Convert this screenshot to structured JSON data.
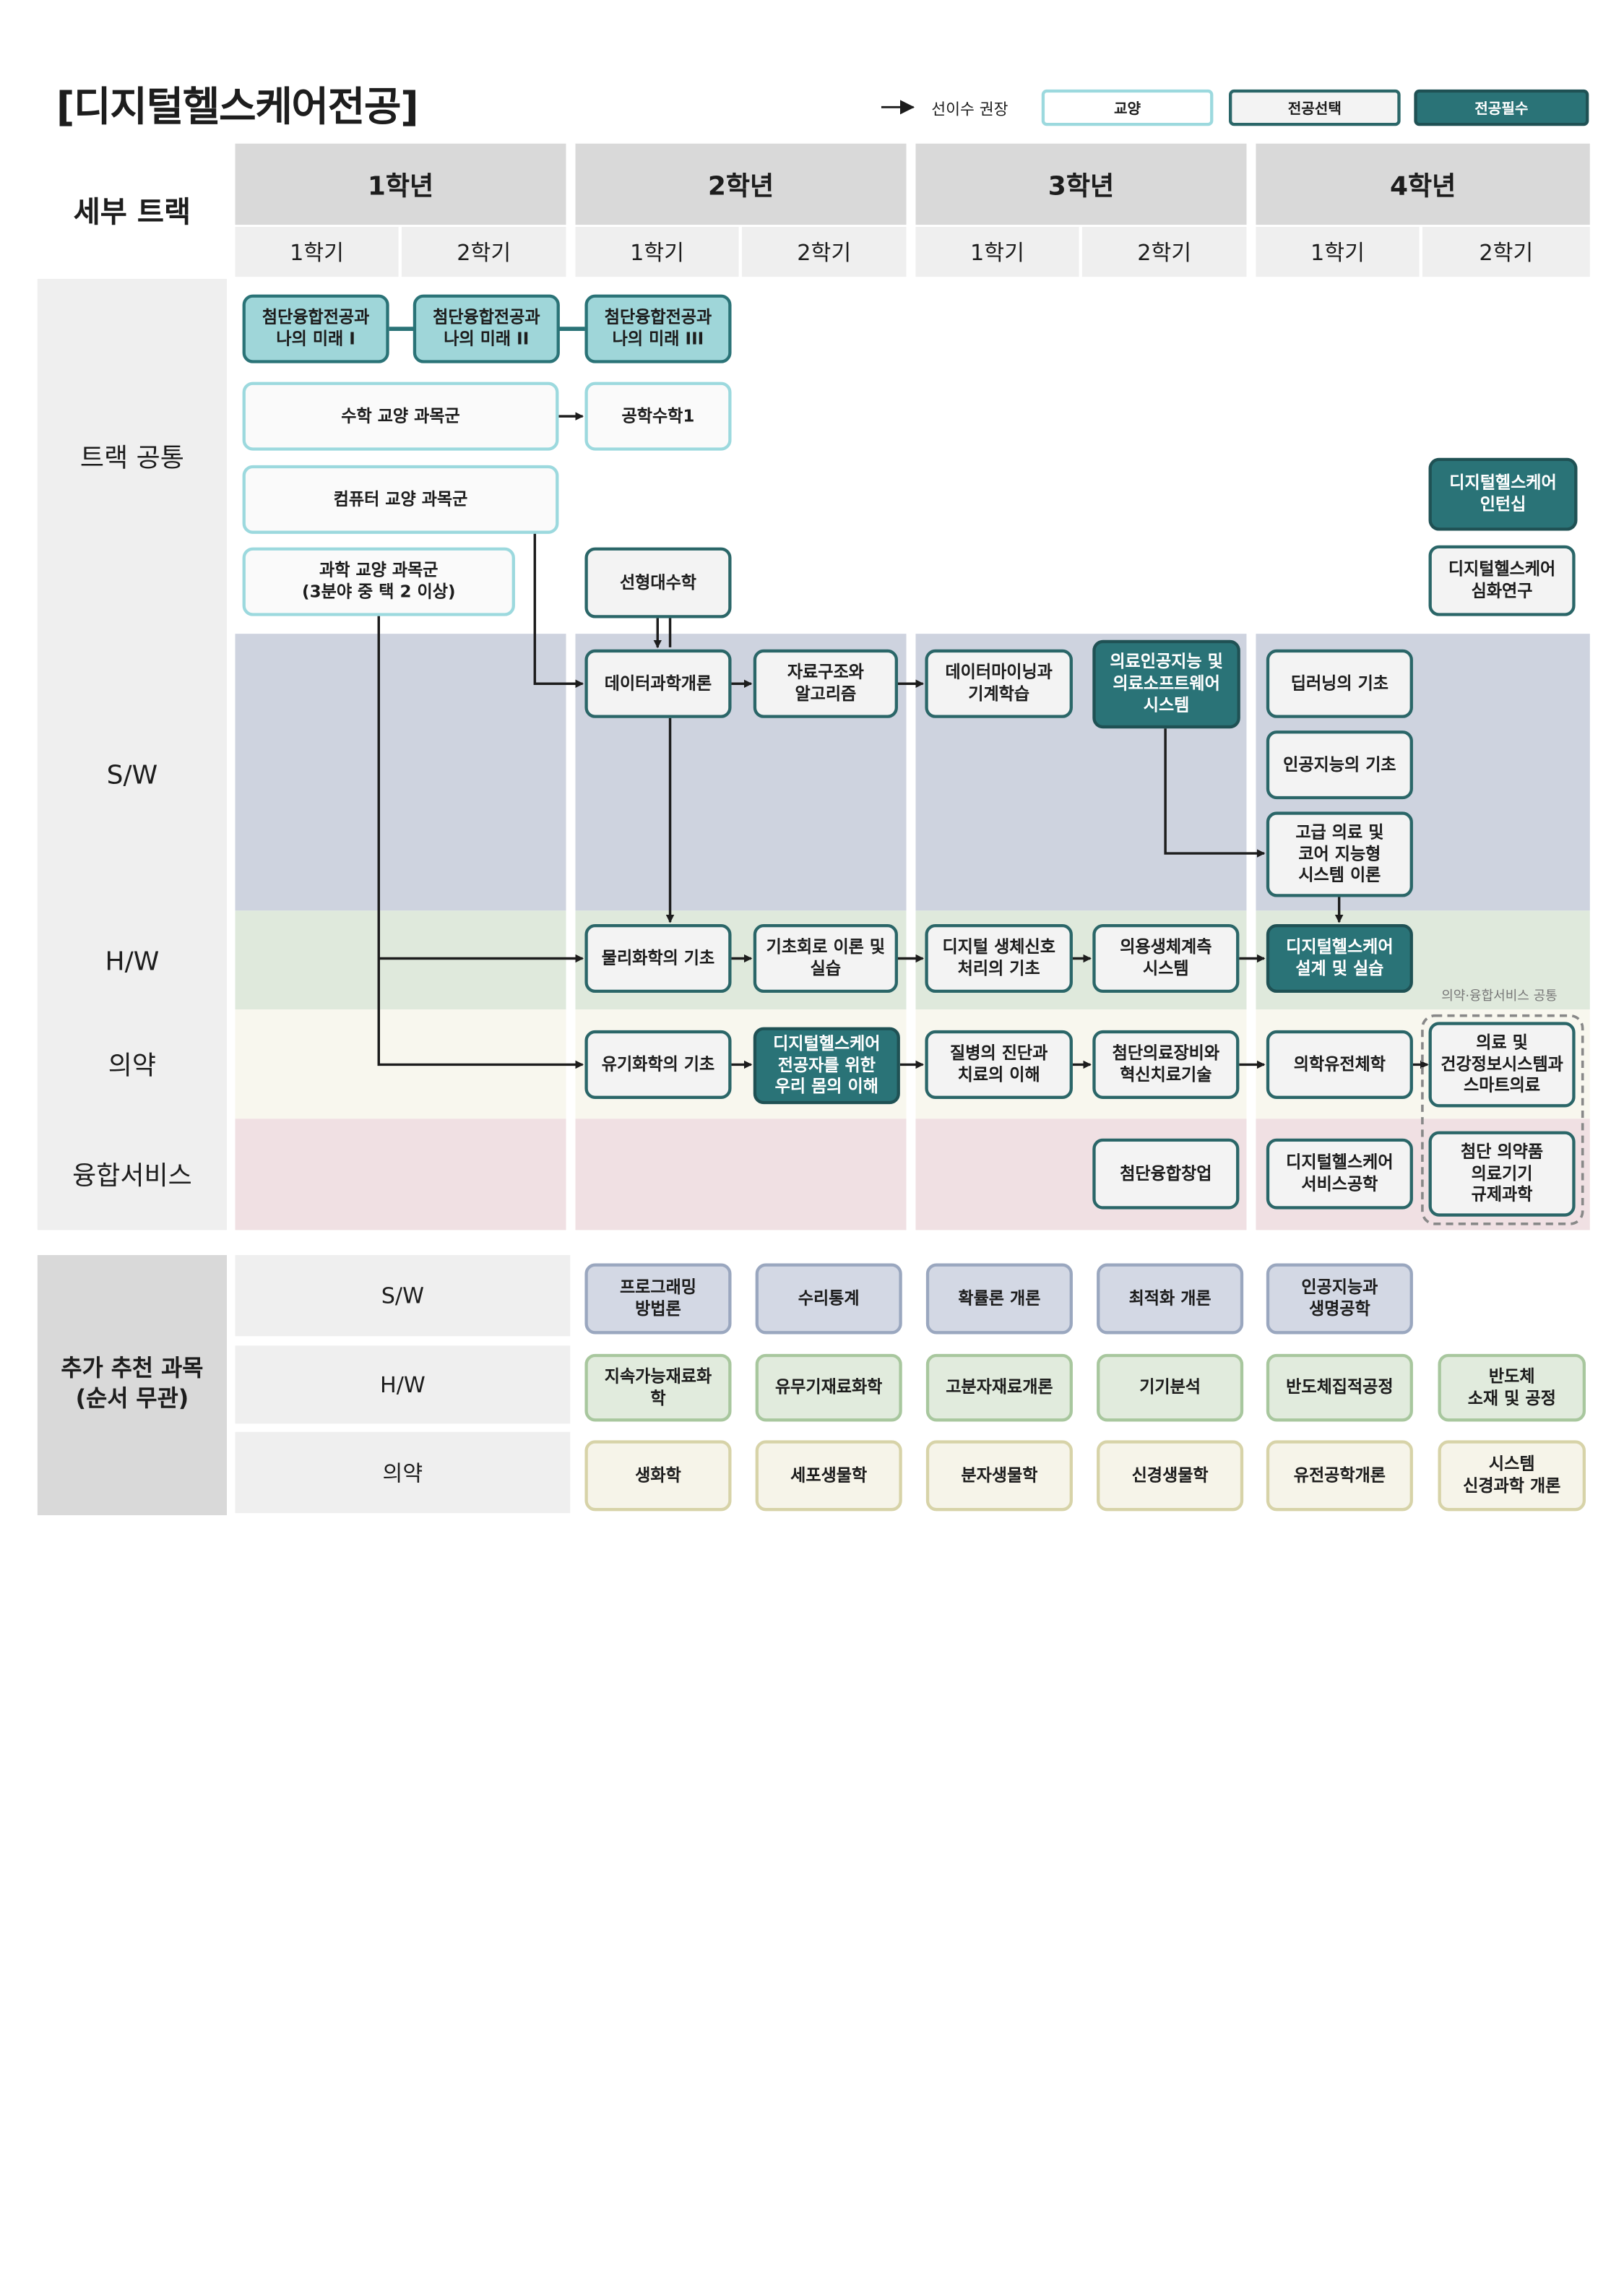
{
  "title": "[디지털헬스케어전공]",
  "legend": {
    "arrow_label": "선이수 권장",
    "gyoyang": "교양",
    "jeongong_seontaek": "전공선택",
    "jeongong_pilsu": "전공필수"
  },
  "header": {
    "track_header": "세부 트랙",
    "years": [
      "1학년",
      "2학년",
      "3학년",
      "4학년"
    ],
    "semesters": [
      "1학기",
      "2학기",
      "1학기",
      "2학기",
      "1학기",
      "2학기",
      "1학기",
      "2학기"
    ]
  },
  "tracks": [
    "트랙 공통",
    "S/W",
    "H/W",
    "의약",
    "융합서비스"
  ],
  "shared_note": "의약·융합서비스 공통",
  "courses": [
    "첨단융합전공과\n나의 미래 I",
    "첨단융합전공과\n나의 미래 II",
    "첨단융합전공과\n나의 미래 III",
    "수학 교양 과목군",
    "공학수학1",
    "컴퓨터 교양 과목군",
    "과학 교양 과목군\n(3분야 중 택 2 이상)",
    "선형대수학",
    "디지털헬스케어\n인턴십",
    "디지털헬스케어\n심화연구",
    "데이터과학개론",
    "자료구조와\n알고리즘",
    "데이터마이닝과\n기계학습",
    "의료인공지능 및\n의료소프트웨어\n시스템",
    "딥러닝의 기초",
    "인공지능의 기초",
    "고급 의료 및\n코어 지능형\n시스템 이론",
    "물리화학의 기초",
    "기초회로 이론 및\n실습",
    "디지털 생체신호\n처리의 기초",
    "의용생체계측\n시스템",
    "디지털헬스케어\n설계 및 실습",
    "유기화학의 기초",
    "디지털헬스케어\n전공자를 위한\n우리 몸의 이해",
    "질병의 진단과\n치료의 이해",
    "첨단의료장비와\n혁신치료기술",
    "의학유전체학",
    "의료 및\n건강정보시스템과\n스마트의료",
    "첨단융합창업",
    "디지털헬스케어\n서비스공학",
    "첨단 의약품\n의료기기\n규제과학"
  ],
  "recommended": {
    "label": "추가 추천 과목\n(순서 무관)",
    "rows": [
      {
        "track": "S/W",
        "courses": [
          "프로그래밍\n방법론",
          "수리통계",
          "확률론 개론",
          "최적화 개론",
          "인공지능과\n생명공학"
        ]
      },
      {
        "track": "H/W",
        "courses": [
          "지속가능재료화\n학",
          "유무기재료화학",
          "고분자재료개론",
          "기기분석",
          "반도체집적공정",
          "반도체\n소재 및 공정"
        ]
      },
      {
        "track": "의약",
        "courses": [
          "생화학",
          "세포생물학",
          "분자생물학",
          "신경생물학",
          "유전공학개론",
          "시스템\n신경과학 개론"
        ]
      }
    ]
  },
  "colors": {
    "gyoyang_border": "#9cd9de",
    "seontaek_border": "#2a6668",
    "pilsu_fill": "#2a7377",
    "sw_band": "#ced3df",
    "hw_band": "#dfe9dc",
    "med_band": "#f8f7ee",
    "service_band": "#f0e0e3"
  }
}
